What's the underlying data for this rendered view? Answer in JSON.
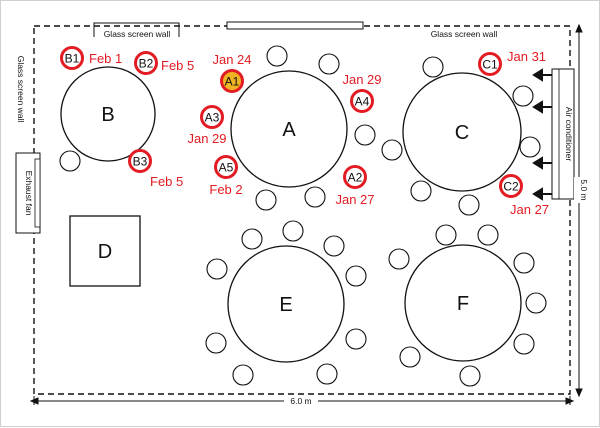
{
  "walls": {
    "glass_left": "Glass screen wall",
    "glass_top_left": "Glass screen wall",
    "glass_top_right": "Glass screen wall",
    "exhaust_fan": "Exhaust fan",
    "air_conditioner": "Air conditioner"
  },
  "dimensions": {
    "width": "6.0 m",
    "height": "5.0 m"
  },
  "tables": {
    "A": "A",
    "B": "B",
    "C": "C",
    "D": "D",
    "E": "E",
    "F": "F"
  },
  "cases": [
    {
      "id": "A1",
      "date": "Jan 24",
      "highlight": true
    },
    {
      "id": "A2",
      "date": "Jan 27",
      "highlight": false
    },
    {
      "id": "A3",
      "date": "Jan 29",
      "highlight": false
    },
    {
      "id": "A4",
      "date": "Jan 29",
      "highlight": false
    },
    {
      "id": "A5",
      "date": "Feb 2",
      "highlight": false
    },
    {
      "id": "B1",
      "date": "Feb 1",
      "highlight": false
    },
    {
      "id": "B2",
      "date": "Feb 5",
      "highlight": false
    },
    {
      "id": "B3",
      "date": "Feb 5",
      "highlight": false
    },
    {
      "id": "C1",
      "date": "Jan 31",
      "highlight": false
    },
    {
      "id": "C2",
      "date": "Jan 27",
      "highlight": false
    }
  ],
  "colors": {
    "case_ring": "#e31b23",
    "case_highlight_fill": "#f0b323",
    "date_text": "#e31b23",
    "line": "#111111"
  }
}
